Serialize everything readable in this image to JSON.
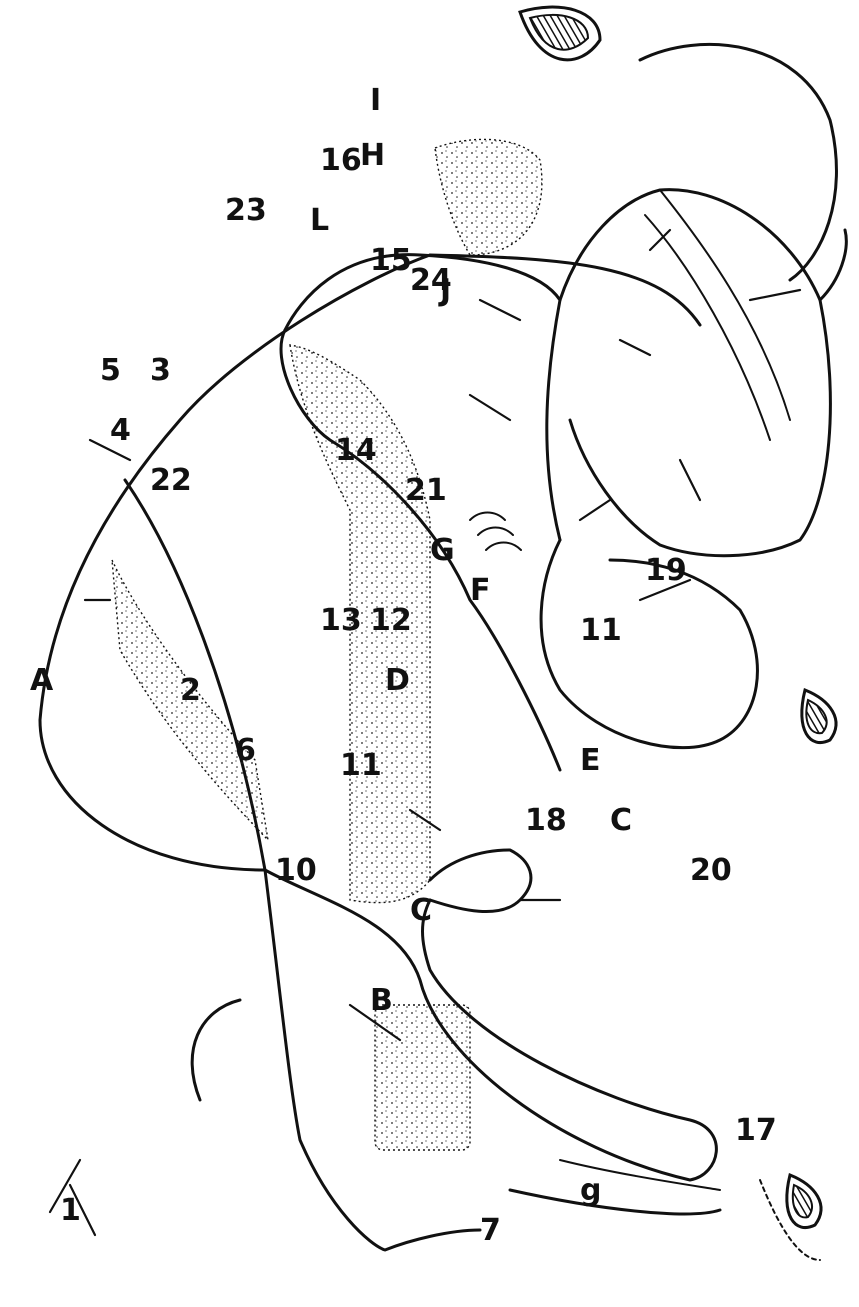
{
  "diagram": {
    "labels": {
      "n1": "1",
      "n2": "2",
      "n3": "3",
      "n4": "4",
      "n5": "5",
      "n6": "6",
      "n7": "7",
      "n9": "g",
      "n10": "10",
      "n11a": "11",
      "n11b": "11",
      "n12": "12",
      "n13": "13",
      "n14": "14",
      "n15": "15",
      "n16": "16",
      "n17": "17",
      "n18": "18",
      "n19": "19",
      "n20": "20",
      "n21": "21",
      "n22": "22",
      "n23": "23",
      "n24": "24",
      "A": "A",
      "B": "B",
      "C1": "C",
      "C2": "C",
      "D": "D",
      "E": "E",
      "F": "F",
      "G": "G",
      "H": "H",
      "I": "I",
      "J": "J",
      "L": "L"
    }
  }
}
